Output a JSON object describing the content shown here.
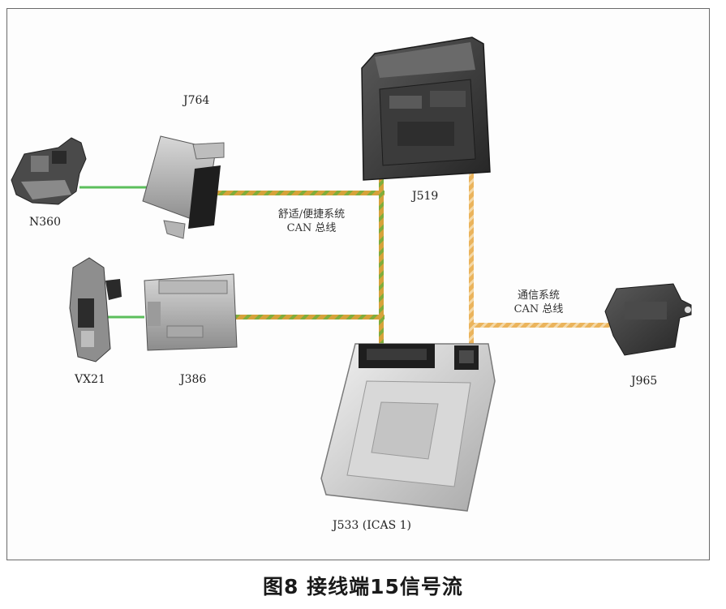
{
  "components": {
    "n360": "N360",
    "j764": "J764",
    "j519": "J519",
    "vx21": "VX21",
    "j386": "J386",
    "j965": "J965",
    "j533": "J533 (ICAS 1)"
  },
  "buses": {
    "comfort_line1": "舒适/便捷系统",
    "comfort_line2": "CAN 总线",
    "comm_line1": "通信系统",
    "comm_line2": "CAN 总线"
  },
  "caption": "图8 接线端15信号流",
  "colors": {
    "can_bus_primary": "#d7a23b",
    "can_bus_secondary": "#7fae3c",
    "lin_wire": "#5cbf5c",
    "comm_bus": "#e9b25a"
  }
}
